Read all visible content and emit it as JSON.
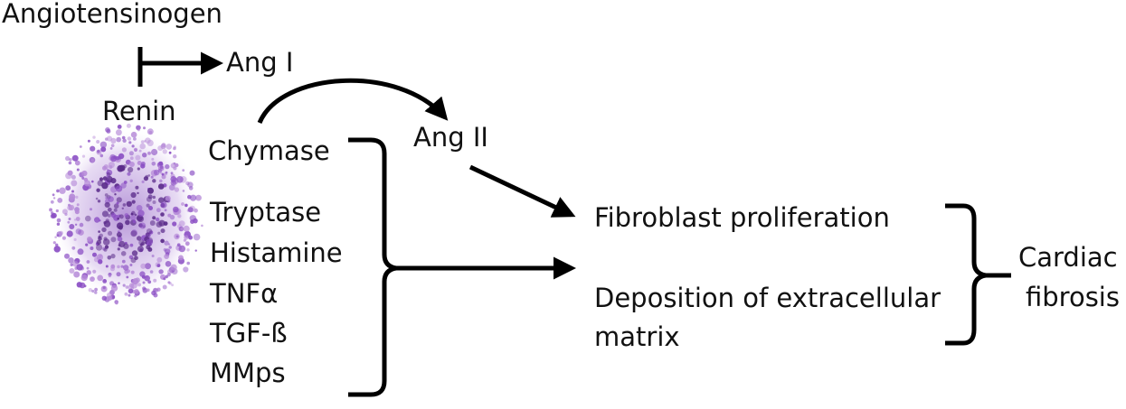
{
  "labels": {
    "angiotensinogen": "Angiotensinogen",
    "ang_i": "Ang I",
    "renin": "Renin",
    "ang_ii": "Ang II",
    "chymase": "Chymase",
    "tryptase": "Tryptase",
    "histamine": "Histamine",
    "tnfa": "TNFα",
    "tgfb": "TGF-ß",
    "mmps": "MMps",
    "fibroblast": "Fibroblast proliferation",
    "deposition_line1": "Deposition of extracellular",
    "deposition_line2": "matrix",
    "cardiac": "Cardiac",
    "fibrosis": "fibrosis"
  },
  "colors": {
    "text": "#111111",
    "line": "#000000",
    "cell_dark": "#5a2a8a",
    "cell_mid": "#8b4fc4",
    "cell_light": "#b68ad8"
  }
}
